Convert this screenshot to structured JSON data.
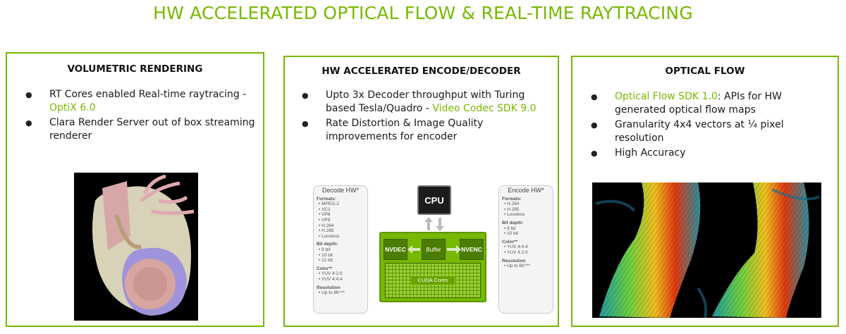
{
  "title": "HW ACCELERATED OPTICAL FLOW & REAL-TIME RAYTRACING",
  "panel1": {
    "heading": "VOLUMETRIC RENDERING",
    "b1_text": "RT Cores enabled Real-time raytracing -",
    "b1_link": "OptiX 6.0",
    "b2_text": "Clara Render Server out of box streaming renderer"
  },
  "panel2": {
    "heading": "HW ACCELERATED ENCODE/DECODER",
    "b1_text": "Upto 3x Decoder throughput with Turing based Tesla/Quadro -",
    "b1_link": "Video Codec SDK 9.0",
    "b2_text": "Rate Distortion & Image Quality improvements for encoder",
    "diagram": {
      "decode_title": "Decode HW*",
      "decode_formats_label": "Formats:",
      "decode_formats": [
        "MPEG-2",
        "VC1",
        "VP8",
        "VP9",
        "H.264",
        "H.265",
        "Lossless"
      ],
      "decode_bitdepth_label": "Bit depth:",
      "decode_bitdepth": [
        "8 bit",
        "10 bit",
        "12 bit"
      ],
      "decode_color_label": "Color**",
      "decode_color": [
        "YUV 4:2:0",
        "YUV 4:4:4"
      ],
      "decode_res_label": "Resolution",
      "decode_res": [
        "Up to 8K***"
      ],
      "encode_title": "Encode HW*",
      "encode_formats_label": "Formats:",
      "encode_formats": [
        "H.264",
        "H.265",
        "Lossless"
      ],
      "encode_bitdepth_label": "Bit depth:",
      "encode_bitdepth": [
        "8 bit",
        "10 bit"
      ],
      "encode_color_label": "Color**",
      "encode_color": [
        "YUV 4:4:4",
        "YUV 4:2:0"
      ],
      "encode_res_label": "Resolution",
      "encode_res": [
        "Up to 8K***"
      ],
      "cpu": "CPU",
      "nvdec": "NVDEC",
      "nvenc": "NVENC",
      "buffer": "Buffer",
      "cuda": "CUDA Cores"
    }
  },
  "panel3": {
    "heading": "OPTICAL FLOW",
    "b1_link": "Optical Flow SDK 1.0",
    "b1_text": ": APIs for  HW generated optical flow maps",
    "b2_text": "Granularity 4x4 vectors at ¼ pixel resolution",
    "b3_text": "High Accuracy"
  },
  "colors": {
    "accent": "#76b900"
  }
}
